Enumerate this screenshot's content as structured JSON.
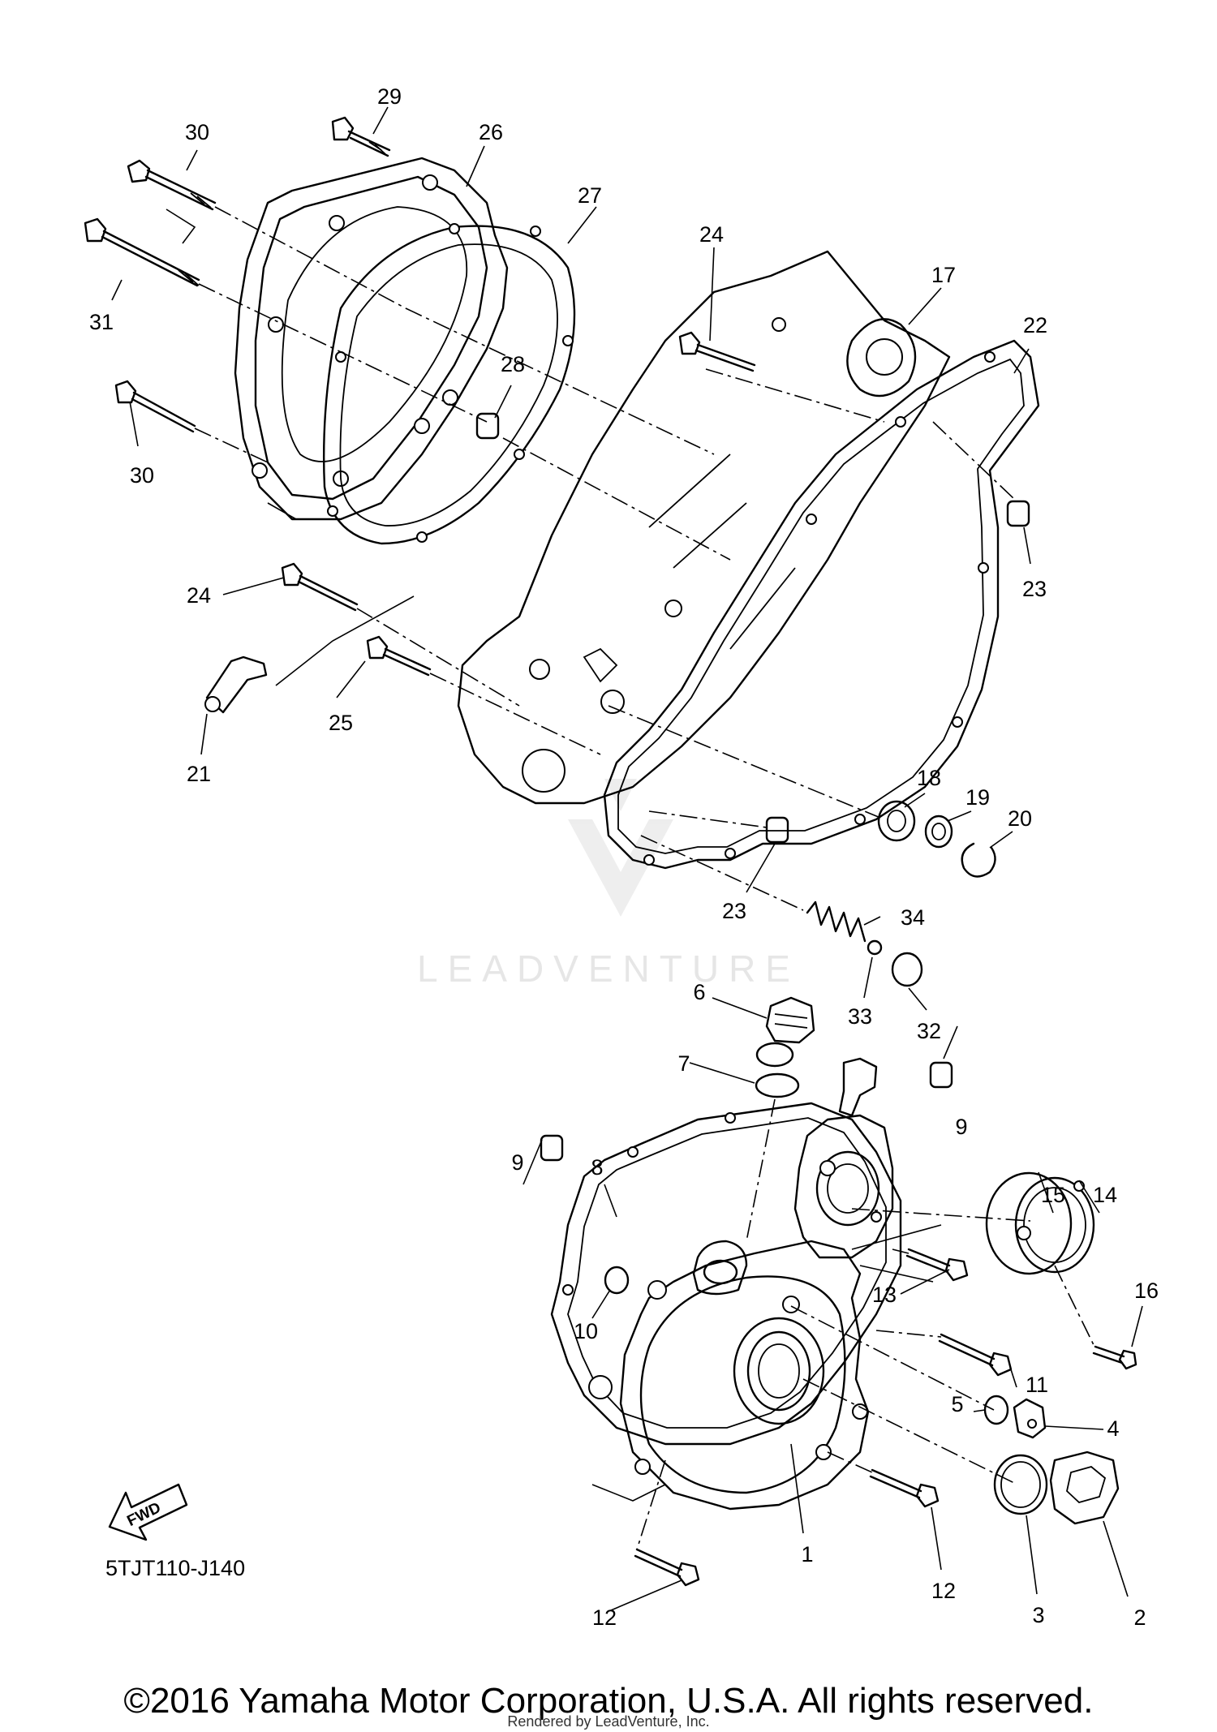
{
  "diagram_code": "5TJT110-J140",
  "fwd_label": "FWD",
  "watermark": "LEADVENTURE",
  "copyright": "©2016 Yamaha Motor Corporation, U.S.A. All rights reserved.",
  "rendered_by": "Rendered by LeadVenture, Inc.",
  "callouts": [
    "29",
    "30",
    "26",
    "27",
    "31",
    "24",
    "17",
    "22",
    "28",
    "30",
    "23",
    "24",
    "25",
    "21",
    "18",
    "19",
    "20",
    "23",
    "34",
    "6",
    "33",
    "32",
    "7",
    "9",
    "9",
    "8",
    "15",
    "14",
    "13",
    "10",
    "16",
    "11",
    "5",
    "4",
    "1",
    "12",
    "12",
    "3",
    "2"
  ]
}
